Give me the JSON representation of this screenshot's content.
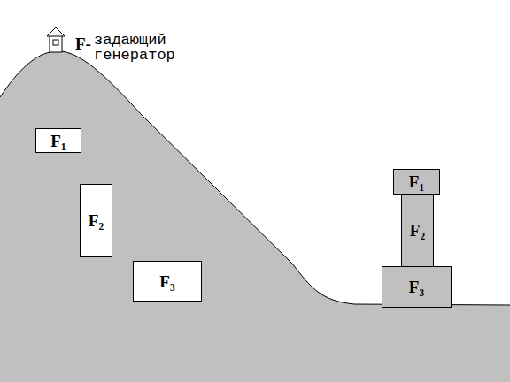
{
  "diagram": {
    "nodes": [
      {
        "text": [
          "F₁"
        ]
      },
      {
        "text": [
          "F₂"
        ]
      },
      {
        "text": [
          "F₃"
        ]
      },
      {
        "text": [
          "F₁"
        ]
      },
      {
        "text": [
          "F₂"
        ]
      },
      {
        "text": [
          "F₃"
        ]
      }
    ],
    "labels": [
      "F-",
      "задающий генератор"
    ]
  }
}
